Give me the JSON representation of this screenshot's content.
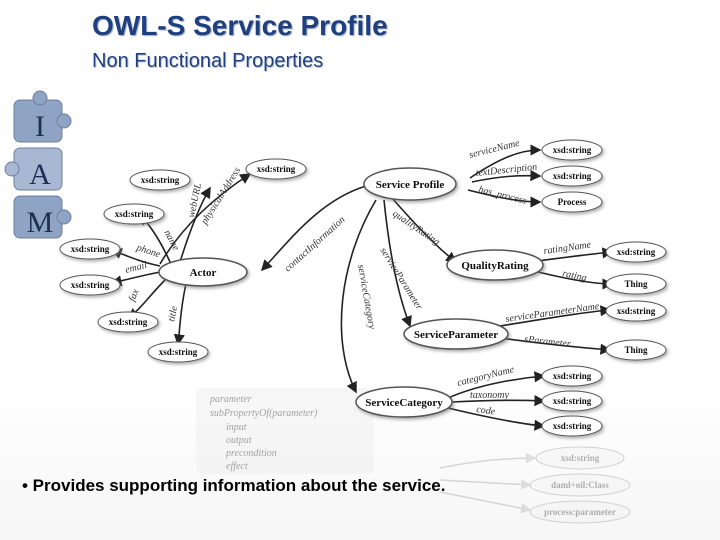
{
  "slide": {
    "title": "OWL-S Service Profile",
    "subtitle": "Non Functional Properties",
    "bullet": "• Provides supporting information about the service."
  },
  "logo": {
    "letters": [
      "I",
      "A",
      "M"
    ]
  },
  "nodes": {
    "service_profile": "Service Profile",
    "actor": "Actor",
    "quality_rating": "QualityRating",
    "service_parameter": "ServiceParameter",
    "service_category": "ServiceCategory",
    "process": "Process",
    "thing_1": "Thing",
    "thing_2": "Thing",
    "xsd_sn": "xsd:string",
    "xsd_td": "xsd:string",
    "xsd_pa": "xsd:string",
    "xsd_wu": "xsd:string",
    "xsd_em": "xsd:string",
    "xsd_ph": "xsd:string",
    "xsd_fax": "xsd:string",
    "xsd_ti": "xsd:string",
    "xsd_name": "xsd:string",
    "xsd_rn": "xsd:string",
    "xsd_spn": "xsd:string",
    "xsd_cn": "xsd:string",
    "xsd_tax": "xsd:string",
    "xsd_code": "xsd:string",
    "xsd_faded": "xsd:string",
    "daml_class": "daml+oil:Class",
    "process_parameter": "process:parameter"
  },
  "edges": {
    "service_name": "serviceName",
    "text_description": "textDescription",
    "has_process": "has_process",
    "contact_information": "contactInformation",
    "quality_rating": "qualityRating",
    "service_parameter": "serviceParameter",
    "service_category": "serviceCategory",
    "physical_address": "physicalAddress",
    "web_url": "webURL",
    "name": "name",
    "phone": "phone",
    "email": "email",
    "fax": "fax",
    "title": "title",
    "rating_name": "ratingName",
    "rating": "rating",
    "service_parameter_name": "serviceParameterName",
    "s_parameter": "sParameter",
    "category_name": "categoryName",
    "taxonomy": "taxonomy",
    "code": "code"
  },
  "faded_list": [
    "parameter",
    "subPropertyOf(parameter)",
    "input",
    "output",
    "precondition",
    "effect"
  ],
  "colors": {
    "title": "#1f3f7f",
    "node_fill": "#ffffff",
    "node_stroke": "#555555",
    "logo_piece": "#8fa3c4"
  }
}
